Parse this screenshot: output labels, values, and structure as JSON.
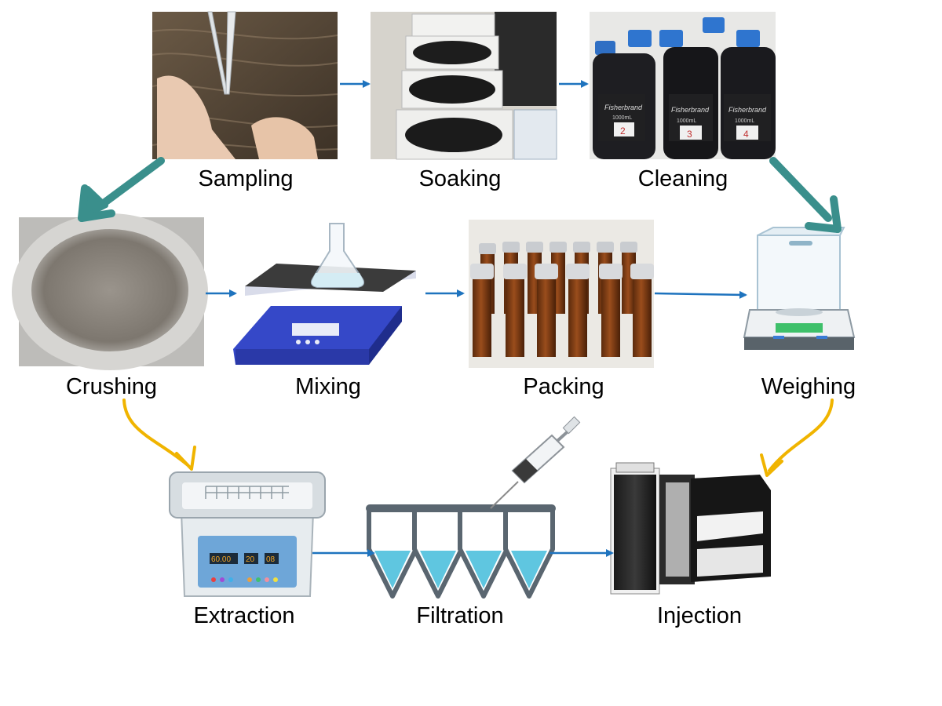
{
  "steps": {
    "sampling": "Sampling",
    "soaking": "Soaking",
    "cleaning": "Cleaning",
    "crushing": "Crushing",
    "mixing": "Mixing",
    "packing": "Packing",
    "weighing": "Weighing",
    "extraction": "Extraction",
    "filtration": "Filtration",
    "injection": "Injection"
  },
  "bottle_labels": {
    "brand": "Fisherbrand",
    "volume": "1000mL",
    "numbers": [
      "2",
      "3",
      "4"
    ]
  },
  "ultrasonic_display": {
    "temperature": "60.00",
    "value_2": "20",
    "value_3": "08"
  },
  "colors": {
    "flow_arrow": "#1e73be",
    "transition_arrow_teal": "#3a8f8c",
    "transition_arrow_gold": "#f0b400",
    "stirrer_blue": "#3548c8",
    "tube_liquid": "#5fc6e0"
  }
}
